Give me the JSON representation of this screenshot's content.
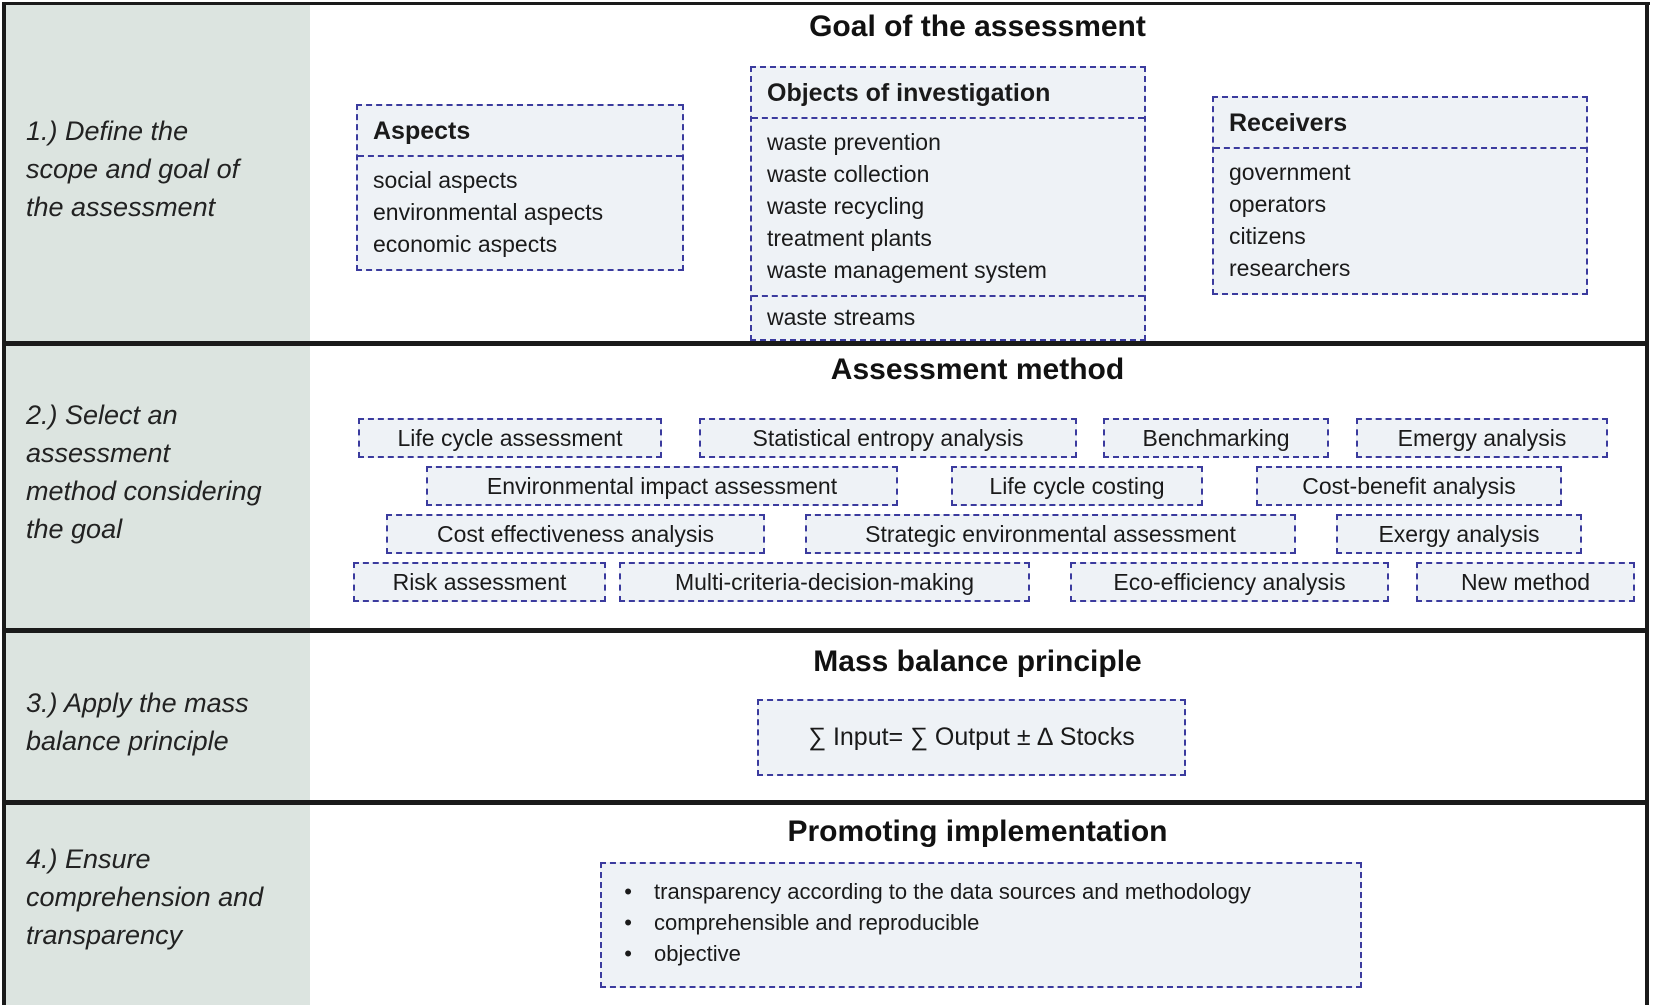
{
  "colors": {
    "sidebar_bg": "#dce4e0",
    "box_bg": "#eef2f6",
    "dashed_border": "#3b3b9e",
    "frame": "#1a1a1a"
  },
  "steps": [
    {
      "label": "1.) Define the\nscope and goal of\nthe assessment"
    },
    {
      "label": "2.) Select an\nassessment\nmethod considering\nthe goal"
    },
    {
      "label": "3.) Apply the mass\nbalance principle"
    },
    {
      "label": "4.) Ensure\ncomprehension and\ntransparency"
    }
  ],
  "row1": {
    "title": "Goal of the assessment",
    "aspects": {
      "header": "Aspects",
      "items": [
        "social aspects",
        "environmental aspects",
        "economic aspects"
      ]
    },
    "objects": {
      "header": "Objects of investigation",
      "items": [
        "waste prevention",
        "waste collection",
        "waste recycling",
        "treatment plants",
        "waste management system"
      ],
      "footer_item": "waste streams"
    },
    "receivers": {
      "header": "Receivers",
      "items": [
        "government",
        "operators",
        "citizens",
        "researchers"
      ]
    }
  },
  "row2": {
    "title": "Assessment method",
    "methods": [
      "Life cycle assessment",
      "Statistical entropy analysis",
      "Benchmarking",
      "Emergy analysis",
      "Environmental impact assessment",
      "Life cycle costing",
      "Cost-benefit analysis",
      "Cost effectiveness analysis",
      "Strategic environmental assessment",
      "Exergy analysis",
      "Risk assessment",
      "Multi-criteria-decision-making",
      "Eco-efficiency analysis",
      "New method"
    ]
  },
  "row3": {
    "title": "Mass balance principle",
    "formula": "∑ Input= ∑ Output ± ∆ Stocks"
  },
  "row4": {
    "title": "Promoting implementation",
    "bullet_char": "•",
    "bullets": [
      "transparency according to the data sources and methodology",
      "comprehensible and reproducible",
      "objective"
    ]
  }
}
